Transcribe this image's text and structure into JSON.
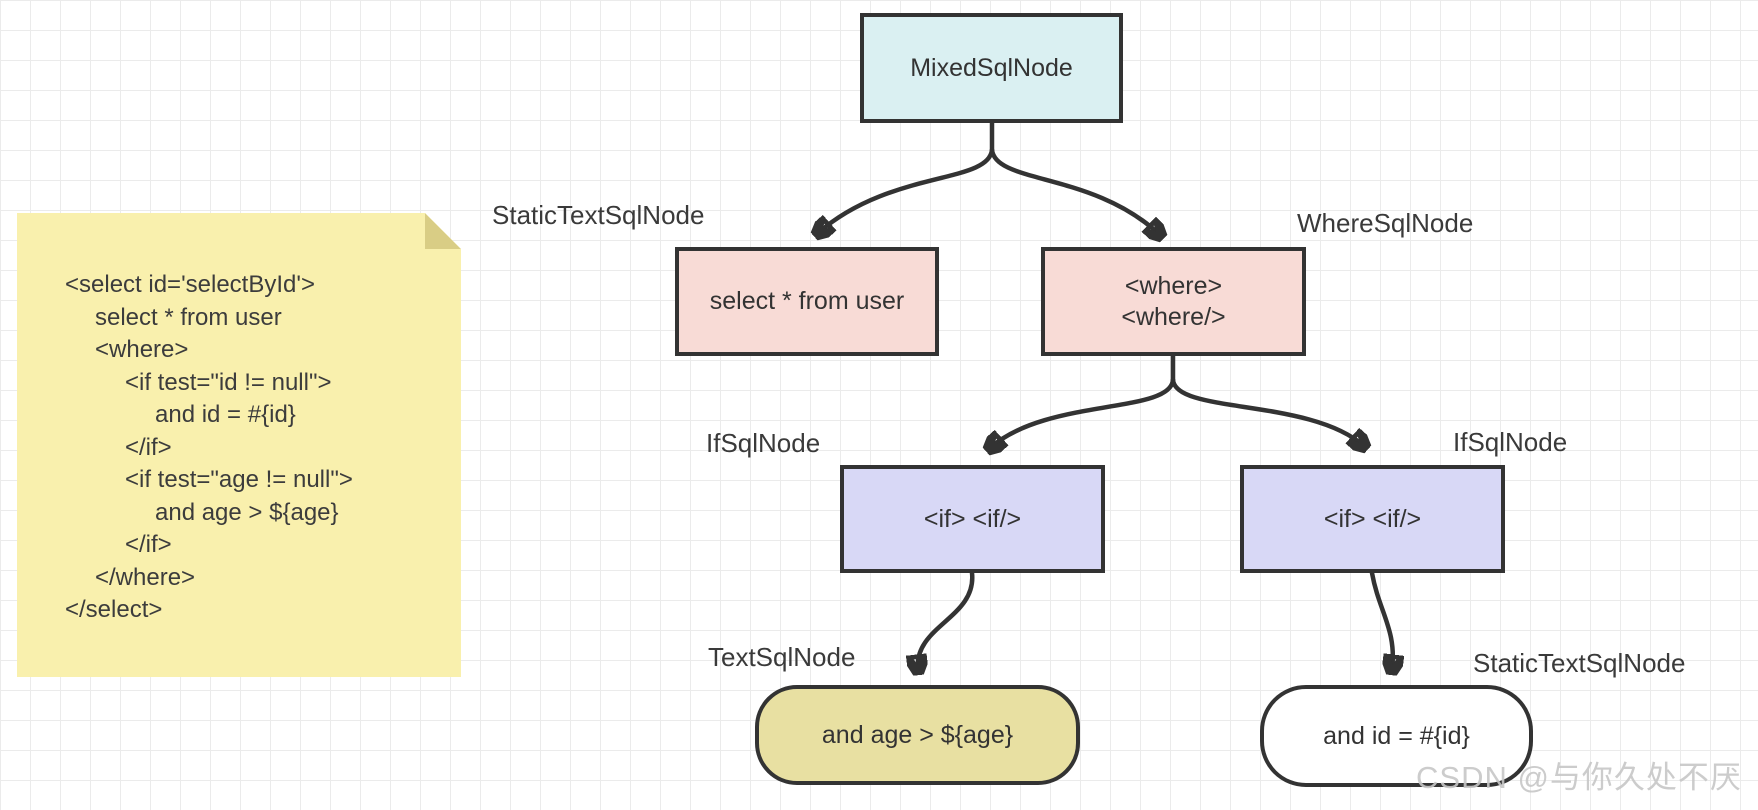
{
  "note": {
    "code_lines": [
      {
        "indent": 0,
        "text": "<select id='selectById'>"
      },
      {
        "indent": 1,
        "text": "select * from user"
      },
      {
        "indent": 1,
        "text": "<where>"
      },
      {
        "indent": 2,
        "text": "<if test=\"id != null\">"
      },
      {
        "indent": 3,
        "text": "and id = #{id}"
      },
      {
        "indent": 2,
        "text": "</if>"
      },
      {
        "indent": 2,
        "text": "<if test=\"age != null\">"
      },
      {
        "indent": 3,
        "text": "and age > ${age}"
      },
      {
        "indent": 2,
        "text": "</if>"
      },
      {
        "indent": 1,
        "text": "</where>"
      },
      {
        "indent": 0,
        "text": "</select>"
      }
    ]
  },
  "tree": {
    "root": {
      "text": "MixedSqlNode"
    },
    "static1": {
      "type_label": "StaticTextSqlNode",
      "text": "select * from user"
    },
    "where": {
      "type_label": "WhereSqlNode",
      "line1": "<where>",
      "line2": "<where/>"
    },
    "if_left": {
      "type_label": "IfSqlNode",
      "text": "<if> <if/>"
    },
    "if_right": {
      "type_label": "IfSqlNode",
      "text": "<if> <if/>"
    },
    "text_node": {
      "type_label": "TextSqlNode",
      "text": "and age > ${age}"
    },
    "static2": {
      "type_label": "StaticTextSqlNode",
      "text": "and id = #{id}"
    }
  },
  "watermark": {
    "text": "CSDN @与你久处不厌"
  },
  "colors": {
    "mixed_node_fill": "#daf0f2",
    "static_text_fill": "#f8dbd6",
    "if_node_fill": "#d8d8f6",
    "text_node_fill": "#e8e0a2",
    "static_rounded_fill": "#ffffff",
    "note_fill": "#f9f0ad",
    "note_fold": "#d9cd85",
    "stroke": "#333333",
    "grid_line": "#ebebeb",
    "label_text": "#3a3a3a",
    "watermark_text": "#c7c7c7"
  }
}
